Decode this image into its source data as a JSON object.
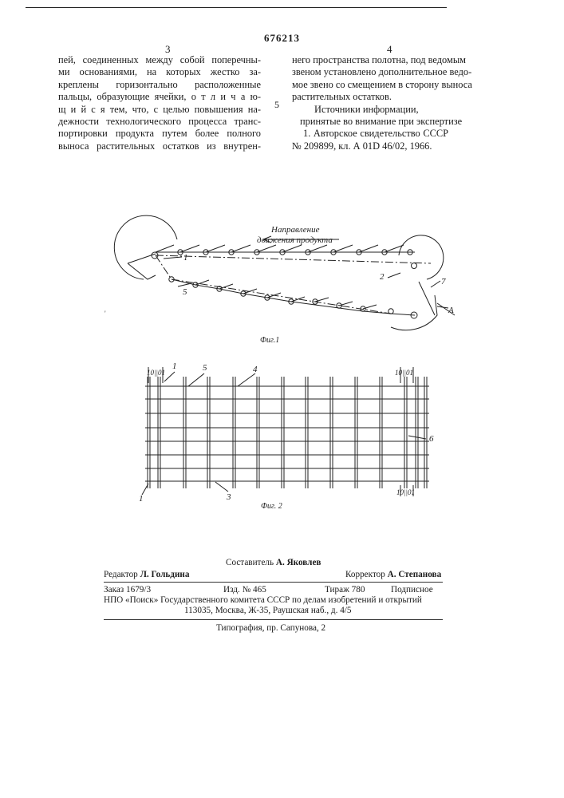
{
  "patent_number": "676213",
  "column_left_number": "3",
  "column_right_number": "4",
  "margin_line_number": "5",
  "left_column_lines": [
    "пей, соединенных между собой поперечны-",
    "ми основаниями, на которых жестко за-",
    "креплены горизонтально расположенные",
    "пальцы, образующие ячейки, о т л и ч а ю-",
    "щ и й с я тем, что, с целью повышения на-",
    "дежности технологического процесса транс-",
    "портировки продукта путем более полного",
    "выноса растительных остатков из внутрен-"
  ],
  "right_column_lines": [
    "него пространства полотна, под ведомым",
    "звеном установлено дополнительное ведо-",
    "мое звено со смещением в сторону выноса",
    "растительных остатков."
  ],
  "sources_heading": "Источники информации,",
  "sources_subheading": "принятые во внимание при экспертизе",
  "reference_line1": "1. Авторское свидетельство СССР",
  "reference_line2": "№ 209899, кл. А 01D 46/02, 1966.",
  "figure1": {
    "direction_label_line1": "Направление",
    "direction_label_line2": "движения продукта",
    "labels": {
      "l1": "1",
      "l2": "2",
      "l5": "5",
      "l7": "7",
      "lA": "А"
    },
    "caption": "Фиг.1"
  },
  "figure2": {
    "labels": {
      "t1": "1",
      "t5": "5",
      "t4": "4",
      "b1": "1",
      "b3": "3",
      "r6": "6"
    },
    "section_mark": "10||01",
    "caption": "Фиг. 2"
  },
  "footer": {
    "compiler_label": "Составитель",
    "compiler_name": "А. Яковлев",
    "editor_label": "Редактор",
    "editor_name": "Л. Гольдина",
    "corrector_label": "Корректор",
    "corrector_name": "А. Степанова",
    "order": "Заказ 1679/3",
    "edition": "Изд. № 465",
    "circulation": "Тираж 780",
    "subscription": "Подписное",
    "org_line": "НПО «Поиск» Государственного комитета СССР по делам изобретений и открытий",
    "address_line": "113035, Москва, Ж-35, Раушская наб., д. 4/5",
    "printer_line": "Типография, пр. Сапунова, 2"
  }
}
